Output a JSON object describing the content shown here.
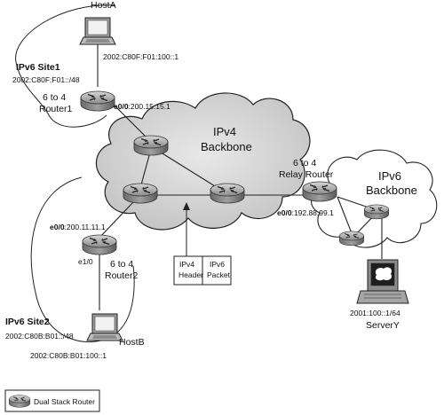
{
  "hostA": {
    "name": "HostA",
    "address": "2002:C80F:F01:100::1"
  },
  "site1": {
    "title": "IPv6 Site1",
    "prefix": "2002:C80F:F01::/48"
  },
  "router1": {
    "line1": "6 to 4",
    "line2": "Router1",
    "intf": "e0/0",
    "intf_addr": ":200.15.15.1"
  },
  "ipv4_backbone": {
    "line1": "IPv4",
    "line2": "Backbone"
  },
  "relay": {
    "line1": "6 to 4",
    "line2": "Relay Router",
    "intf": "e0/0",
    "intf_addr": ":192.88.99.1"
  },
  "ipv6_backbone": {
    "line1": "IPv6",
    "line2": "Backbone"
  },
  "router2": {
    "line1": "6 to 4",
    "line2": "Router2",
    "intf": "e0/0",
    "intf_addr": ":200.11.11.1",
    "intf2": "e1/0"
  },
  "packet": {
    "ipv4_line1": "IPv4",
    "ipv4_line2": "Header",
    "ipv6_line1": "IPv6",
    "ipv6_line2": "Packet"
  },
  "site2": {
    "title": "IPv6 Site2",
    "prefix": "2002:C80B:B01::/48"
  },
  "hostB": {
    "name": "HostB",
    "address": "2002:C80B:B01:100::1"
  },
  "serverY": {
    "name": "ServerY",
    "address": "2001:100::1/64"
  },
  "legend": {
    "label": "Dual Stack Router"
  }
}
